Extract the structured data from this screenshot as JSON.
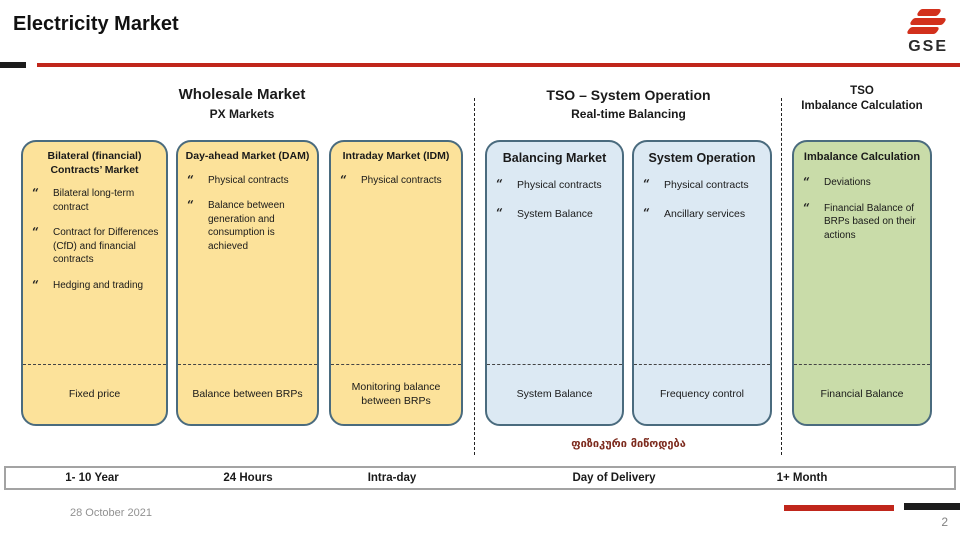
{
  "slide": {
    "title": "Electricity Market",
    "date": "28 October 2021",
    "page_number": "2",
    "logo_text": "GSE"
  },
  "colors": {
    "accent_red": "#C0261B",
    "box_yellow": "#FCE29A",
    "box_blue": "#DCE9F3",
    "box_green": "#C9DCA9",
    "box_border": "#4A6B7E",
    "georgian_text": "#7D2B1E"
  },
  "bullet_glyph": "“",
  "sections": {
    "wholesale": {
      "title": "Wholesale Market",
      "subtitle": "PX Markets"
    },
    "tso_operation": {
      "title": "TSO – System Operation",
      "subtitle": "Real-time Balancing"
    },
    "tso_imbalance": {
      "title_line1": "TSO",
      "title_line2": "Imbalance Calculation"
    }
  },
  "columns": [
    {
      "header": "Bilateral (financial) Contracts’ Market",
      "bullets": [
        "Bilateral long-term contract",
        "Contract for Differences (CfD) and financial contracts",
        "Hedging and trading"
      ],
      "footer": "Fixed price"
    },
    {
      "header": "Day-ahead Market (DAM)",
      "bullets": [
        "Physical contracts",
        "Balance between generation and consumption is achieved"
      ],
      "footer": "Balance between BRPs"
    },
    {
      "header": "Intraday Market (IDM)",
      "bullets": [
        "Physical contracts"
      ],
      "footer": "Monitoring balance between BRPs"
    },
    {
      "header": "Balancing Market",
      "bullets": [
        "Physical contracts",
        "System Balance"
      ],
      "footer": "System Balance"
    },
    {
      "header": "System Operation",
      "bullets": [
        "Physical contracts",
        "Ancillary services"
      ],
      "footer": "Frequency control"
    },
    {
      "header": "Imbalance Calculation",
      "bullets": [
        "Deviations",
        "Financial Balance of BRPs based on their actions"
      ],
      "footer": "Financial Balance"
    }
  ],
  "georgian_label": "ფიზიკური მიწოდება",
  "timeline": {
    "labels": [
      "1- 10 Year",
      "24 Hours",
      "Intra-day",
      "Day of Delivery",
      "1+ Month"
    ]
  }
}
